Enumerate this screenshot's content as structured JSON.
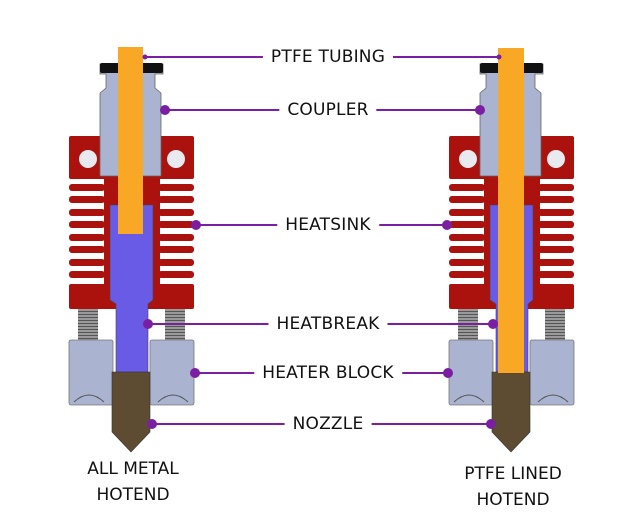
{
  "labels": {
    "ptfe_tubing": "PTFE TUBING",
    "coupler": "COUPLER",
    "heatsink": "HEATSINK",
    "heatbreak": "HEATBREAK",
    "heater_block": "HEATER BLOCK",
    "nozzle": "NOZZLE"
  },
  "captions": {
    "left": [
      "ALL METAL",
      "HOTEND"
    ],
    "right": [
      "PTFE LINED",
      "HOTEND"
    ]
  },
  "colors": {
    "ptfe": "#f9a825",
    "coupler": "#aab3cf",
    "heatsink": "#ab120e",
    "heatbreak": "#6a5be6",
    "nozzle": "#5d4b32",
    "screw": "#8a8a8a",
    "leader": "#7b1fa2",
    "cap": "#111111"
  }
}
